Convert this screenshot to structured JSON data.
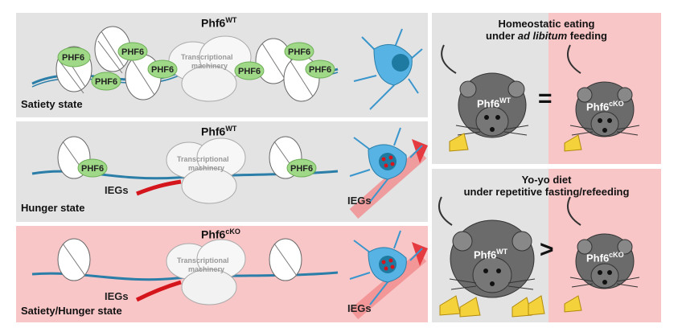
{
  "left_panels": [
    {
      "title_base": "Phf6",
      "title_sup": "WT",
      "state_label": "Satiety state",
      "complex_label": [
        "Transcriptional",
        "machinery"
      ],
      "phf6_label": "PHF6"
    },
    {
      "title_base": "Phf6",
      "title_sup": "WT",
      "state_label": "Hunger state",
      "complex_label": [
        "Transcriptional",
        "machinery"
      ],
      "phf6_label": "PHF6",
      "ieg_label": "IEGs",
      "neuron_ieg_label": "IEGs"
    },
    {
      "title_base": "Phf6",
      "title_sup": "cKO",
      "state_label": "Satiety/Hunger state",
      "complex_label": [
        "Transcriptional",
        "machinery"
      ],
      "ieg_label": "IEGs",
      "neuron_ieg_label": "IEGs"
    }
  ],
  "right_panels": [
    {
      "title_line1": "Homeostatic eating",
      "title_line2_pre": "under ",
      "title_line2_italic": "ad libitum",
      "title_line2_post": " feeding",
      "left_mouse": {
        "base": "Phf6",
        "sup": "WT"
      },
      "right_mouse": {
        "base": "Phf6",
        "sup": "cKO"
      },
      "comparator": "="
    },
    {
      "title_line1": "Yo-yo diet",
      "title_line2": "under repetitive fasting/refeeding",
      "left_mouse": {
        "base": "Phf6",
        "sup": "WT"
      },
      "right_mouse": {
        "base": "Phf6",
        "sup": "cKO"
      },
      "comparator": ">"
    }
  ],
  "colors": {
    "grey_bg": "#e3e3e3",
    "pink_bg": "#f9c6c8",
    "phf6_green": "#9fd987",
    "dna_blue": "#2a7ea8",
    "neuron_blue": "#57b3e4",
    "ieg_red": "#d4161c",
    "mouse_grey": "#6b6b6b",
    "cheese_yellow": "#f4d23c"
  }
}
